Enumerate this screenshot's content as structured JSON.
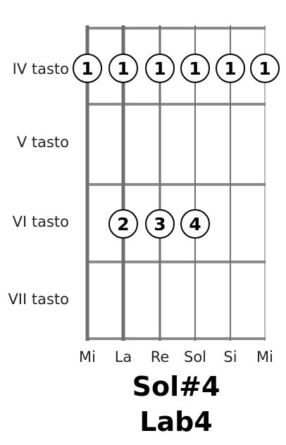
{
  "diagram": {
    "fret_labels": [
      "IV tasto",
      "V tasto",
      "VI tasto",
      "VII tasto"
    ],
    "string_labels": [
      "Mi",
      "La",
      "Re",
      "Sol",
      "Si",
      "Mi"
    ],
    "chord_names": [
      "Sol#4",
      "Lab4"
    ],
    "fingerings": [
      {
        "string": 0,
        "fret": 0,
        "finger": "1"
      },
      {
        "string": 1,
        "fret": 0,
        "finger": "1"
      },
      {
        "string": 2,
        "fret": 0,
        "finger": "1"
      },
      {
        "string": 3,
        "fret": 0,
        "finger": "1"
      },
      {
        "string": 4,
        "fret": 0,
        "finger": "1"
      },
      {
        "string": 5,
        "fret": 0,
        "finger": "1"
      },
      {
        "string": 1,
        "fret": 2,
        "finger": "2"
      },
      {
        "string": 2,
        "fret": 2,
        "finger": "3"
      },
      {
        "string": 3,
        "fret": 2,
        "finger": "4"
      }
    ]
  }
}
